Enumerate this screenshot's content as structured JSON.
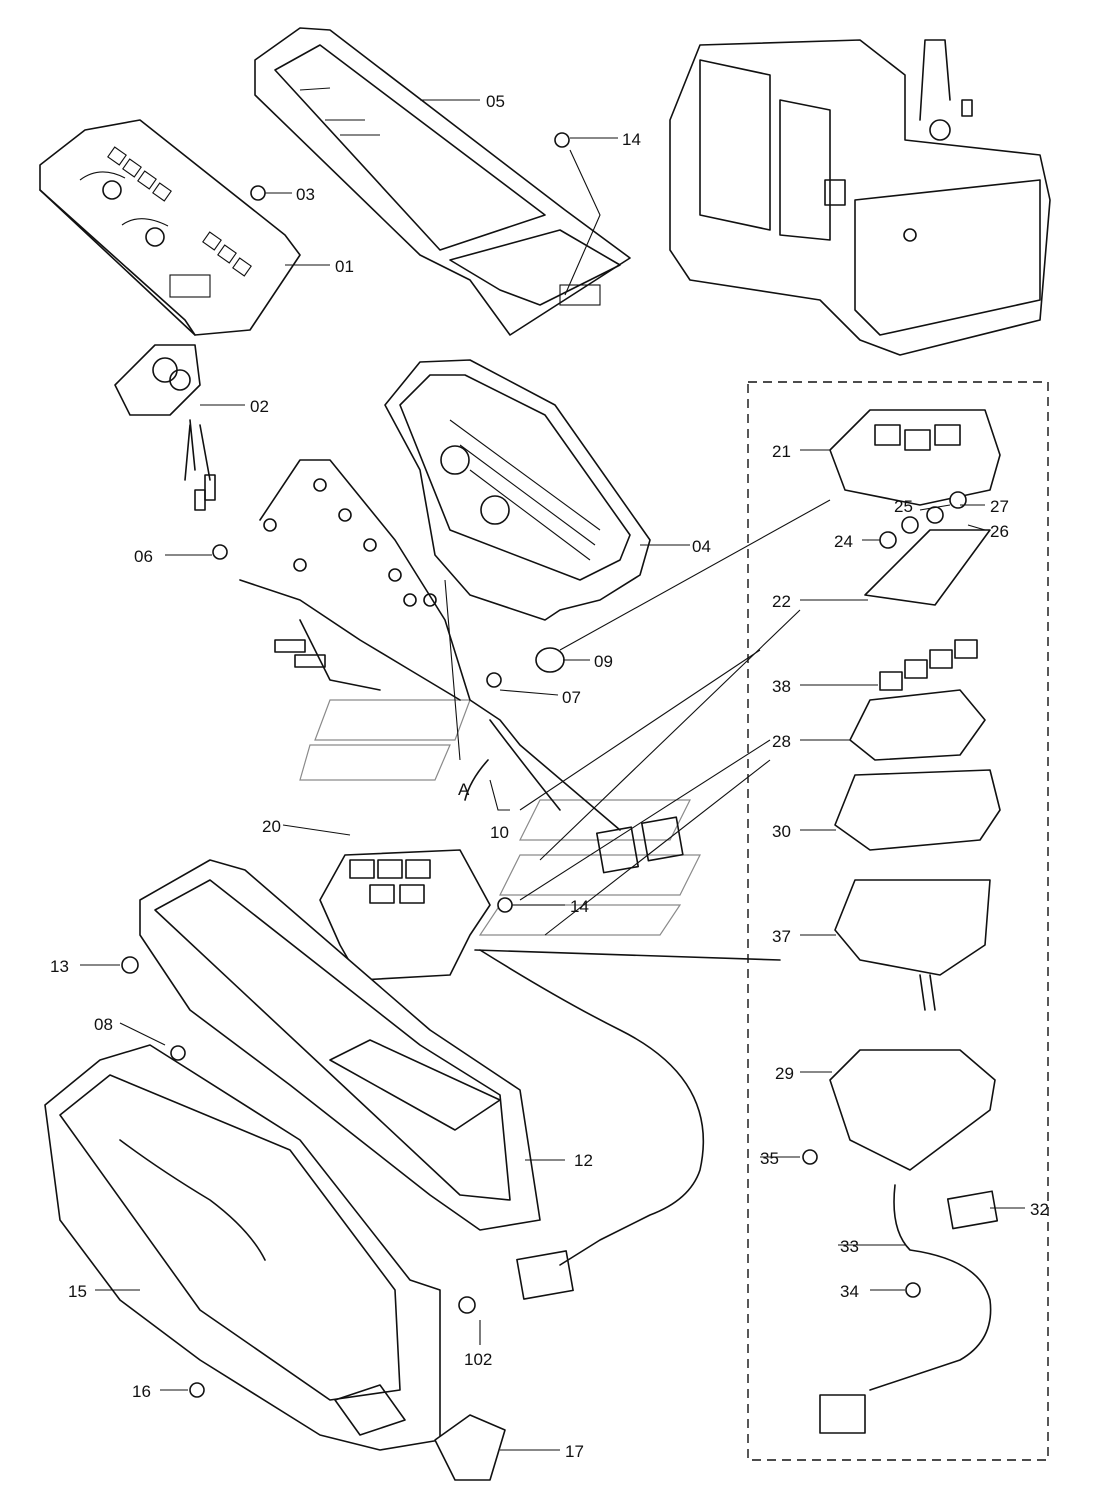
{
  "labels": {
    "p01": "01",
    "p02": "02",
    "p03": "03",
    "p04": "04",
    "p05": "05",
    "p06": "06",
    "p07": "07",
    "p08": "08",
    "p09": "09",
    "p10": "10",
    "p12": "12",
    "p13": "13",
    "p14a": "14",
    "p14b": "14",
    "p15": "15",
    "p16": "16",
    "p17": "17",
    "p20": "20",
    "p21": "21",
    "p22": "22",
    "p24": "24",
    "p25": "25",
    "p26": "26",
    "p27": "27",
    "p28": "28",
    "p29": "29",
    "p30": "30",
    "p32": "32",
    "p33": "33",
    "p34": "34",
    "p35": "35",
    "p37": "37",
    "p38": "38",
    "p102": "102",
    "detail_a": "A"
  }
}
